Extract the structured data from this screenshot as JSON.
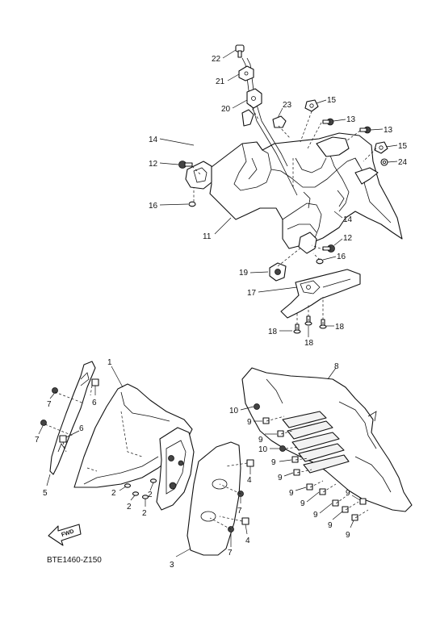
{
  "diagram_code": "BTE1460-Z150",
  "fwd_label": "FWD",
  "callouts": [
    {
      "id": "22",
      "text": "22"
    },
    {
      "id": "21",
      "text": "21"
    },
    {
      "id": "20",
      "text": "20"
    },
    {
      "id": "23",
      "text": "23"
    },
    {
      "id": "15a",
      "text": "15"
    },
    {
      "id": "13a",
      "text": "13"
    },
    {
      "id": "13b",
      "text": "13"
    },
    {
      "id": "15b",
      "text": "15"
    },
    {
      "id": "24",
      "text": "24"
    },
    {
      "id": "14a",
      "text": "14"
    },
    {
      "id": "12a",
      "text": "12"
    },
    {
      "id": "16a",
      "text": "16"
    },
    {
      "id": "14b",
      "text": "14"
    },
    {
      "id": "11",
      "text": "11"
    },
    {
      "id": "12b",
      "text": "12"
    },
    {
      "id": "16b",
      "text": "16"
    },
    {
      "id": "19",
      "text": "19"
    },
    {
      "id": "17",
      "text": "17"
    },
    {
      "id": "18a",
      "text": "18"
    },
    {
      "id": "18b",
      "text": "18"
    },
    {
      "id": "18c",
      "text": "18"
    },
    {
      "id": "1",
      "text": "1"
    },
    {
      "id": "7a",
      "text": "7"
    },
    {
      "id": "6a",
      "text": "6"
    },
    {
      "id": "7b",
      "text": "7"
    },
    {
      "id": "6b",
      "text": "6"
    },
    {
      "id": "5",
      "text": "5"
    },
    {
      "id": "2a",
      "text": "2"
    },
    {
      "id": "2b",
      "text": "2"
    },
    {
      "id": "2c",
      "text": "2"
    },
    {
      "id": "2d",
      "text": "2"
    },
    {
      "id": "4a",
      "text": "4"
    },
    {
      "id": "7c",
      "text": "7"
    },
    {
      "id": "4b",
      "text": "4"
    },
    {
      "id": "7d",
      "text": "7"
    },
    {
      "id": "3",
      "text": "3"
    },
    {
      "id": "8",
      "text": "8"
    },
    {
      "id": "10a",
      "text": "10"
    },
    {
      "id": "9a",
      "text": "9"
    },
    {
      "id": "9b",
      "text": "9"
    },
    {
      "id": "10b",
      "text": "10"
    },
    {
      "id": "9c",
      "text": "9"
    },
    {
      "id": "9d",
      "text": "9"
    },
    {
      "id": "9e",
      "text": "9"
    },
    {
      "id": "9f",
      "text": "9"
    },
    {
      "id": "9g",
      "text": "9"
    },
    {
      "id": "9h",
      "text": "9"
    },
    {
      "id": "9i",
      "text": "9"
    },
    {
      "id": "9j",
      "text": "9"
    }
  ]
}
